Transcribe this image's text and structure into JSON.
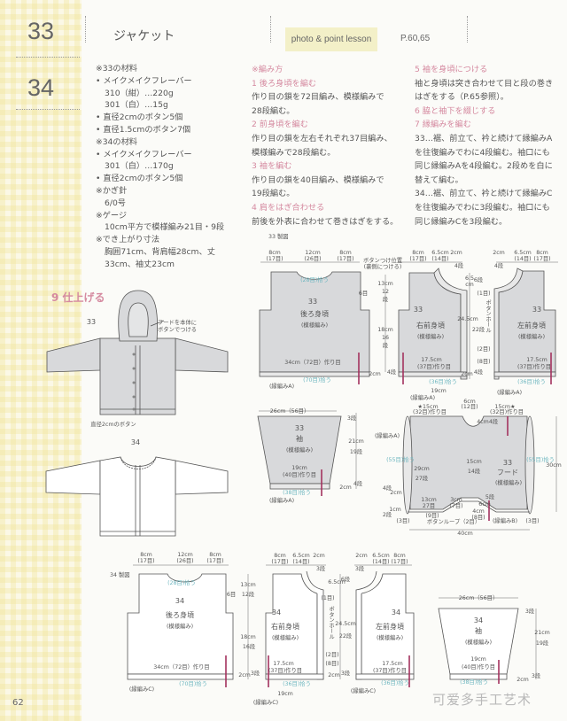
{
  "header": {
    "numbers": [
      "33",
      "34"
    ],
    "title": "ジャケット",
    "lesson": "photo & point lesson",
    "pages": "P.60,65"
  },
  "materials": [
    {
      "t": "※33の材料",
      "k": "h2"
    },
    {
      "t": "メイクメイクフレーバー",
      "k": "b"
    },
    {
      "t": "310（紺）…220g",
      "k": "ind"
    },
    {
      "t": "301（白）…15g",
      "k": "ind"
    },
    {
      "t": "直径2cmのボタン5個",
      "k": "b"
    },
    {
      "t": "直径1.5cmのボタン7個",
      "k": "b"
    },
    {
      "t": "※34の材料",
      "k": "h2"
    },
    {
      "t": "メイクメイクフレーバー",
      "k": "b"
    },
    {
      "t": "301（白）…170g",
      "k": "ind"
    },
    {
      "t": "直径2cmのボタン5個",
      "k": "b"
    },
    {
      "t": "※かぎ針",
      "k": "h2"
    },
    {
      "t": "6/0号",
      "k": "ind"
    },
    {
      "t": "※ゲージ",
      "k": "h2"
    },
    {
      "t": "10cm平方で模様編み21目・9段",
      "k": "ind"
    },
    {
      "t": "※でき上がり寸法",
      "k": "h2"
    },
    {
      "t": "胸囲71cm、背肩幅28cm、丈",
      "k": "ind"
    },
    {
      "t": "33cm、袖丈23cm",
      "k": "ind"
    }
  ],
  "method_col1": [
    {
      "t": "※編み方",
      "k": "h"
    },
    {
      "t": "1 後ろ身頃を編む",
      "k": "h"
    },
    {
      "t": "作り目の鎖を72目編み、模様編みで",
      "k": ""
    },
    {
      "t": "28段編む。",
      "k": ""
    },
    {
      "t": "2 前身頃を編む",
      "k": "h"
    },
    {
      "t": "作り目の鎖を左右それぞれ37目編み、",
      "k": ""
    },
    {
      "t": "模様編みで28段編む。",
      "k": ""
    },
    {
      "t": "3 袖を編む",
      "k": "h"
    },
    {
      "t": "作り目の鎖を40目編み、模様編みで",
      "k": ""
    },
    {
      "t": "19段編む。",
      "k": ""
    },
    {
      "t": "4 肩をはぎ合わせる",
      "k": "h"
    },
    {
      "t": "前後を外表に合わせて巻きはぎをする。",
      "k": ""
    }
  ],
  "method_col2": [
    {
      "t": "5 袖を身頃につける",
      "k": "h"
    },
    {
      "t": "袖と身頃は突き合わせて目と段の巻き",
      "k": ""
    },
    {
      "t": "はぎをする（P.65参照）。",
      "k": ""
    },
    {
      "t": "6 脇と袖下を綴じする",
      "k": "h"
    },
    {
      "t": "7 縁編みを編む",
      "k": "h"
    },
    {
      "t": "33…裾、前立て、衿と続けて縁編みA",
      "k": ""
    },
    {
      "t": "を往復編みでわに4段編む。袖口にも",
      "k": ""
    },
    {
      "t": "同じ縁編みAを4段編む。2段めを白に",
      "k": ""
    },
    {
      "t": "替えて編む。",
      "k": ""
    },
    {
      "t": "34…裾、前立て、衿と続けて縁編みC",
      "k": ""
    },
    {
      "t": "を往復編みでわに3段編む。袖口にも",
      "k": ""
    },
    {
      "t": "同じ縁編みCを3段編む。",
      "k": ""
    }
  ],
  "finishing": {
    "title": "9 仕上げる",
    "label_33": "33",
    "hood_note_1": "フードを本体に",
    "hood_note_2": "ボタンでつける",
    "button_note": "直径2cmのボタン",
    "label_34": "34"
  },
  "diagrams": {
    "buttonhole_label": "ボタンホール",
    "back33": [
      "33 製図",
      "8cm",
      "(17目)",
      "12cm",
      "(26目)",
      "8cm",
      "(17目)",
      "ボタンつけ位置",
      "(裏側につける)",
      "6目",
      "33",
      "後ろ身頃",
      "(模様編み)",
      "34cm（72目）作り目",
      "(70目)拾う",
      "(縁編みA)",
      "13cm",
      "12",
      "段",
      "18cm",
      "16",
      "段",
      "2cm",
      "4段",
      "(28目)拾う"
    ],
    "rf33": [
      "8cm",
      "(17目)",
      "6.5cm",
      "(14目)",
      "2cm",
      "4段",
      "33",
      "右前身頃",
      "(模様編み)",
      "17.5cm",
      "(37目)作り目",
      "(36目)拾う",
      "19cm",
      "(縁編みA)"
    ],
    "mid33": [
      "6.5",
      "cm",
      "6段",
      "(1目)",
      "24.5cm",
      "22段",
      "(2目)",
      "(8目)",
      "2cm",
      "4段"
    ],
    "lf33": [
      "2cm",
      "4段",
      "6.5cm",
      "(14目)",
      "8cm",
      "(17目)",
      "33",
      "左前身頃",
      "(模様編み)",
      "17.5cm",
      "(37目)作り目",
      "(36目)拾う",
      "(縁編みA)"
    ],
    "sl33": [
      "26cm（56目）",
      "3段",
      "33",
      "袖",
      "(模様編み)",
      "21cm",
      "19段",
      "19cm",
      "(40目)作り目",
      "2cm",
      "4段",
      "(縁編みA)",
      "(38目)拾う"
    ],
    "hood33": [
      "★15cm",
      "(32目)作り目",
      "6cm",
      "(12目)",
      "15cm★",
      "(32目)作り目",
      "4cm",
      "4段",
      "(縁編みA)",
      "(55目)拾う",
      "29cm",
      "27段",
      "15cm",
      "14段",
      "33",
      "フード",
      "(模様編み)",
      "(55目)拾う",
      "30cm",
      "13cm",
      "27目",
      "3cm",
      "(7目)",
      "6cm",
      "5段",
      "2cm",
      "1cm",
      "4段",
      "2段",
      "(9目)",
      "4cm",
      "(8目)",
      "(3目)",
      "ボタンループ（2目）",
      "(縁編みB)",
      "(3目)",
      "40cm"
    ],
    "back34": [
      "34 製図",
      "8cm",
      "(17目)",
      "12cm",
      "(26目)",
      "8cm",
      "(17目)",
      "(28目)拾う",
      "6目",
      "34",
      "後ろ身頃",
      "(模様編み)",
      "34cm（72目）作り目",
      "(70目)拾う",
      "(縁編みC)",
      "13cm",
      "12段",
      "18cm",
      "16段",
      "2cm",
      "3段"
    ],
    "rf34": [
      "8cm",
      "(17目)",
      "6.5cm",
      "(14目)",
      "2cm",
      "3段",
      "6.5cm",
      "6段",
      "(1目)",
      "34",
      "右前身頃",
      "(模様編み)",
      "24.5cm",
      "22段",
      "(2目)",
      "(8目)",
      "17.5cm",
      "(37目)作り目",
      "2cm",
      "3段",
      "(36目)拾う",
      "19cm",
      "(縁編みC)"
    ],
    "lf34": [
      "2cm",
      "3段",
      "6.5cm",
      "(14目)",
      "8cm",
      "(17目)",
      "34",
      "左前身頃",
      "(模様編み)",
      "17.5cm",
      "(37目)作り目",
      "(36目)拾う",
      "(縁編みC)"
    ],
    "sl34": [
      "26cm（56目）",
      "3段",
      "34",
      "袖",
      "(模様編み)",
      "21cm",
      "19段",
      "19cm",
      "(40目)作り目",
      "2cm",
      "3段",
      "(38目)拾う"
    ]
  },
  "colors": {
    "fill_33": "#d8d9db",
    "accent_pink": "#d58aa0",
    "arrow": "#a3325e",
    "teal": "#6fb7c0"
  },
  "footer": {
    "page_number": "62",
    "watermark": "可爱多手工艺术"
  }
}
